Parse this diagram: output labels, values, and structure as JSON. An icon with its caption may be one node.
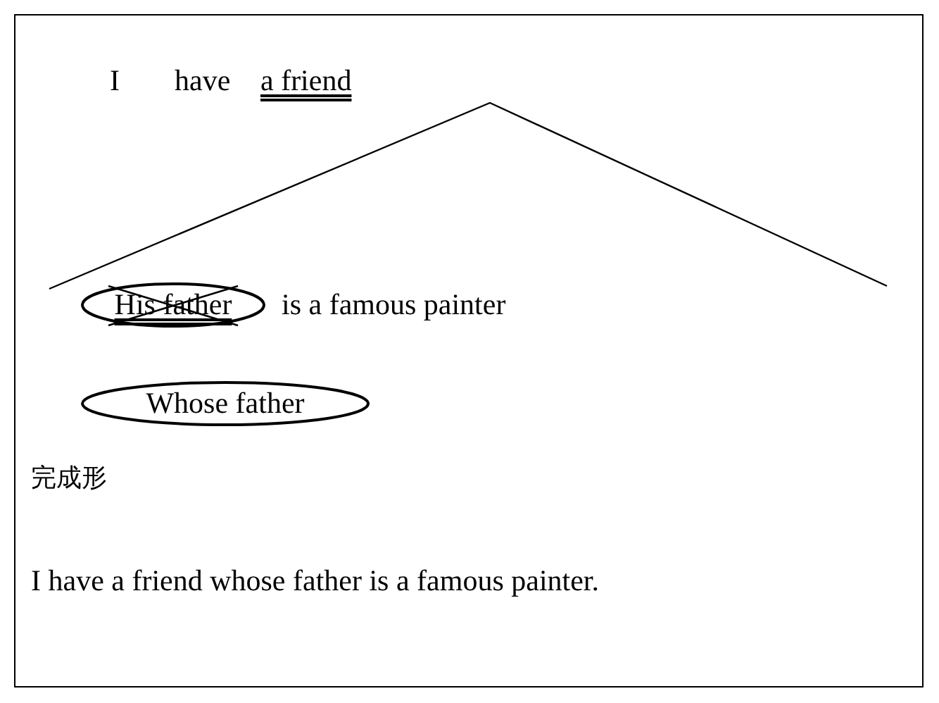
{
  "diagram": {
    "nodes": [
      {
        "text": [
          "His father"
        ]
      },
      {
        "text": [
          "Whose father"
        ]
      }
    ],
    "labels": [
      "I",
      "have",
      "a friend",
      "is a famous painter",
      "完成形",
      "I have a friend whose father is a famous painter."
    ]
  }
}
